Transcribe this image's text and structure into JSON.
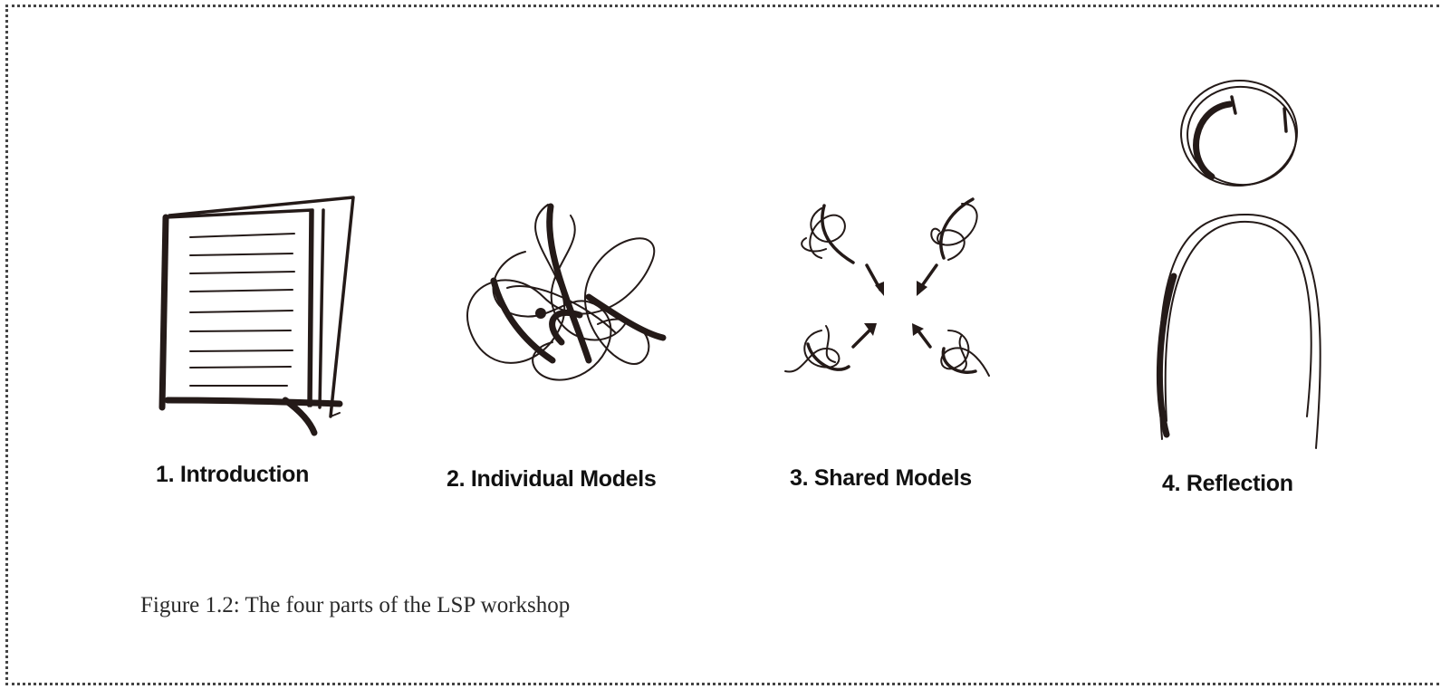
{
  "steps": [
    {
      "label": "1. Introduction",
      "icon": "document-icon"
    },
    {
      "label": "2. Individual Models",
      "icon": "tangle-icon"
    },
    {
      "label": "3. Shared Models",
      "icon": "converging-tangles-icon"
    },
    {
      "label": "4. Reflection",
      "icon": "person-icon"
    }
  ],
  "caption": "Figure 1.2: The four parts of  the LSP workshop",
  "colors": {
    "ink": "#241a18",
    "frame": "#444444",
    "background": "#ffffff"
  }
}
